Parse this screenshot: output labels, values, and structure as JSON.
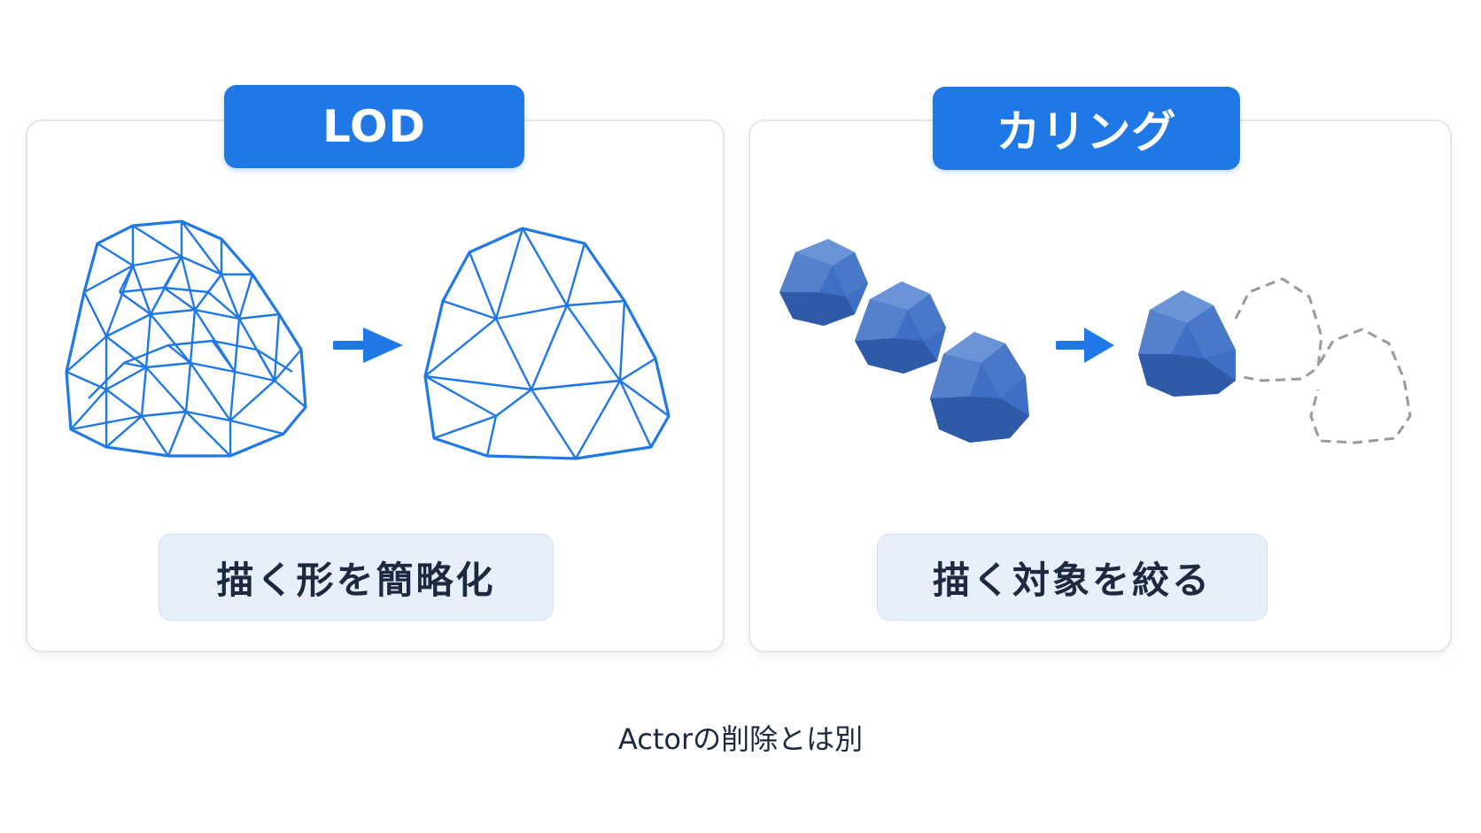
{
  "panels": {
    "lod": {
      "title": "LOD",
      "caption": "描く形を簡略化"
    },
    "culling": {
      "title": "カリング",
      "caption": "描く対象を絞る"
    }
  },
  "footer": {
    "note": "Actorの削除とは別"
  },
  "colors": {
    "accent": "#1f78e6",
    "caption_bg": "#e6effa",
    "text_dark": "#1c2940",
    "rock": "#3f6fc4",
    "culled_outline": "#9a9a9a"
  }
}
